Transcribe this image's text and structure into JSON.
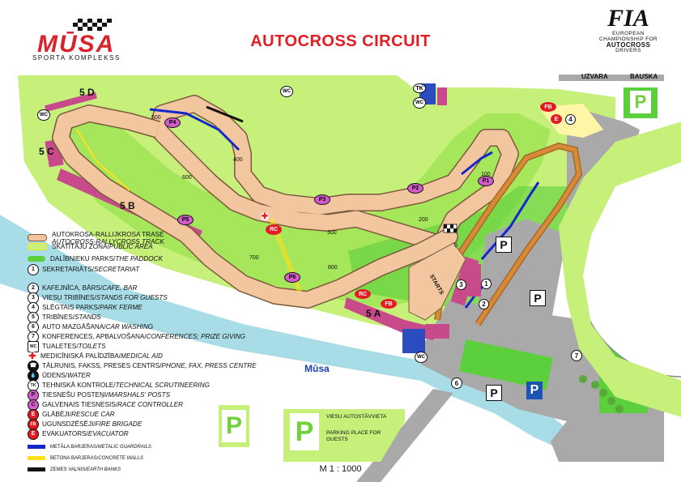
{
  "title": "AUTOCROSS CIRCUIT",
  "logo_musa": {
    "name": "MŪSA",
    "subtitle": "SPORTA KOMPLEKSS"
  },
  "logo_fia": {
    "mark": "FIA",
    "lines": [
      "EUROPEAN",
      "CHAMPIONSHIP FOR",
      "AUTOCROSS",
      "DRIVERS"
    ]
  },
  "roads": {
    "uzvara": "UZVARA",
    "bauska": "BAUSKA"
  },
  "river": "Mūsa",
  "scale": "M  1 : 1000",
  "parking_guests": {
    "lv": "VIESU AUTOSTĀVVIETA",
    "en": "PARKING PLACE FOR GUESTS"
  },
  "start_label": "STARTS",
  "distance_markers": [
    "0",
    "100",
    "200",
    "300",
    "400",
    "500",
    "600",
    "700",
    "800"
  ],
  "marshal_posts": [
    "P1",
    "P2",
    "P3",
    "P4",
    "P5",
    "P6"
  ],
  "stands": [
    "5 A",
    "5 B",
    "5 C",
    "5 D"
  ],
  "point_labels": {
    "rc": "RC",
    "fb": "FB",
    "e": "E",
    "tk": "TK",
    "wc": "WC",
    "p": "P"
  },
  "legend": [
    {
      "key": "track",
      "lv": "AUTOKROSA-RALLIJKROSA TRASE",
      "en": "AUTOCROSS-RALLYCROSS TRACK"
    },
    {
      "key": "public",
      "lv": "SKATĪTĀJU ZONA",
      "en": "PUBLIC AREA"
    },
    {
      "key": "paddock",
      "lv": "DALĪBNIEKU PARKS",
      "en": "THE PADDOCK"
    },
    {
      "key": "1",
      "lv": "SEKRETARIĀTS",
      "en": "SECRETARIAT"
    },
    {
      "key": "2",
      "lv": "KAFEJNĪCA, BĀRS",
      "en": "CAFE, BAR"
    },
    {
      "key": "3",
      "lv": "VIESU TRIBĪNES",
      "en": "STANDS FOR GUESTS"
    },
    {
      "key": "4",
      "lv": "SLĒGTAIS PARKS",
      "en": "PARK FERME"
    },
    {
      "key": "5",
      "lv": "TRIBĪNES",
      "en": "STANDS"
    },
    {
      "key": "6",
      "lv": "AUTO MAZGĀŠANA",
      "en": "CAR WASHING"
    },
    {
      "key": "7",
      "lv": "KONFERENCES, APBALVOŠANA",
      "en": "CONFERENCES; PRIZE GIVING"
    },
    {
      "key": "WC",
      "lv": "TUALETES",
      "en": "TOILETS"
    },
    {
      "key": "+",
      "lv": "MEDICĪNISKĀ PALĪDZĪBA",
      "en": "MEDICAL AID"
    },
    {
      "key": "tel",
      "lv": "TĀLRUNIS, FAKSS, PRESES CENTRS",
      "en": "PHONE, FAX, PRESS CENTRE"
    },
    {
      "key": "water",
      "lv": "ŪDENS",
      "en": "WATER"
    },
    {
      "key": "TK",
      "lv": "TEHNISKĀ KONTROLE",
      "en": "TECHNICAL SCRUTINEERING"
    },
    {
      "key": "P",
      "lv": "TIESNEŠU POSTEŅI",
      "en": "MARSHALS' POSTS"
    },
    {
      "key": "RC",
      "lv": "GALVENAIS TIESNESIS",
      "en": "RACE CONTROLLER"
    },
    {
      "key": "E",
      "lv": "GLĀBĒJI",
      "en": "RESCUE CAR"
    },
    {
      "key": "FB",
      "lv": "UGUNSDZĒSĒJI",
      "en": "FIRE BRIGADE"
    },
    {
      "key": "EV",
      "lv": "EVAKUATORS",
      "en": "EVACUATOR"
    },
    {
      "key": "metal",
      "lv": "METĀLA BARJERAS",
      "en": "METALIC GUARDRAILS"
    },
    {
      "key": "concrete",
      "lv": "BETONA BARJERAS",
      "en": "CONCRETE WALLS"
    },
    {
      "key": "earth",
      "lv": "ZEMES VAĻNIS",
      "en": "EARTH BANKS"
    }
  ],
  "colors": {
    "grass": "#c6f07a",
    "paddock": "#5ccf3c",
    "track": "#f2c7a0",
    "track_edge": "#7a5a3b",
    "water": "#a8dde8",
    "building": "#c84a8a",
    "paving": "#a9a9a9",
    "title_red": "#e31b23",
    "metal_barrier": "#1428c8",
    "concrete_barrier": "#ffe01a",
    "earth_bank": "#111111",
    "parking_green": "#6fd23c",
    "blue_p": "#1c54b4"
  }
}
